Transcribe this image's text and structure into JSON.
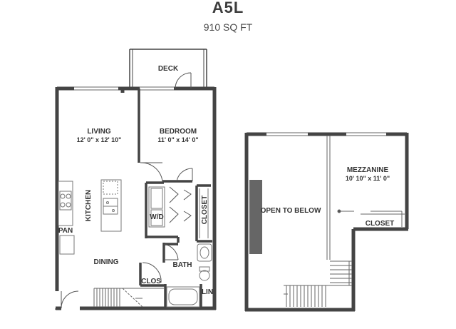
{
  "plan": {
    "name": "A5L",
    "area": "910 SQ FT"
  },
  "rooms": {
    "deck": "DECK",
    "living": "LIVING",
    "living_dims": "12' 0\" x 12' 10\"",
    "bedroom": "BEDROOM",
    "bedroom_dims": "11' 0\" x 14' 0\"",
    "kitchen": "KITCHEN",
    "pantry": "PAN",
    "washer_dryer": "W/D",
    "closet": "CLOSET",
    "dining": "DINING",
    "bath": "BATH",
    "clos": "CLOS",
    "linen": "LIN",
    "open_to_below": "OPEN TO BELOW",
    "mezzanine": "MEZZANINE",
    "mezzanine_dims": "10' 10\" x 11' 0\"",
    "mezz_closet": "CLOSET"
  },
  "colors": {
    "wall": "#444444",
    "fixture": "#777777",
    "text": "#333333"
  }
}
